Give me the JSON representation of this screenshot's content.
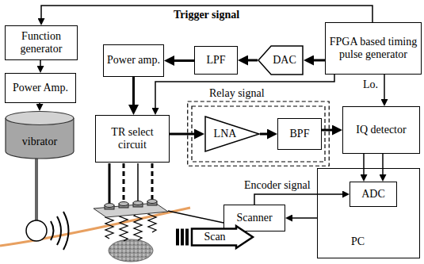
{
  "diagram": {
    "nodes": [
      {
        "text": [
          "Function generator"
        ]
      },
      {
        "text": [
          "Power Amp."
        ]
      },
      {
        "text": [
          "vibrator"
        ]
      },
      {
        "text": [
          "Power amp."
        ]
      },
      {
        "text": [
          "LPF"
        ]
      },
      {
        "text": [
          "DAC"
        ]
      },
      {
        "text": [
          "FPGA based timing pulse generator"
        ]
      },
      {
        "text": [
          "TR select circuit"
        ]
      },
      {
        "text": [
          "Relay signal"
        ]
      },
      {
        "text": [
          "LNA"
        ],
        "in": 8
      },
      {
        "text": [
          "BPF"
        ],
        "in": 8
      },
      {
        "text": [
          "IQ detector"
        ]
      },
      {
        "text": [
          "PC"
        ]
      },
      {
        "text": [
          "ADC"
        ],
        "in": 12
      },
      {
        "text": [
          "Scanner"
        ]
      },
      {
        "text": [
          "Scan"
        ]
      }
    ],
    "edges": [
      {
        "from": 6,
        "to": 0,
        "arrow": "to",
        "label": "Trigger signal"
      },
      {
        "from": 0,
        "to": 1,
        "arrow": "to"
      },
      {
        "from": 1,
        "to": 2,
        "arrow": "to"
      },
      {
        "from": 6,
        "to": 5,
        "arrow": "to"
      },
      {
        "from": 5,
        "to": 4,
        "arrow": "to"
      },
      {
        "from": 4,
        "to": 3,
        "arrow": "to"
      },
      {
        "from": 3,
        "to": 7,
        "arrow": "to"
      },
      {
        "from": 6,
        "to": 7,
        "arrow": "to"
      },
      {
        "from": 7,
        "to": 9,
        "arrow": "to"
      },
      {
        "from": 9,
        "to": 10,
        "arrow": "to"
      },
      {
        "from": 10,
        "to": 11,
        "arrow": "to"
      },
      {
        "from": 6,
        "to": 11,
        "arrow": "to",
        "label": "Lo."
      },
      {
        "from": 11,
        "to": 13,
        "arrow": "to"
      },
      {
        "from": 11,
        "to": 13,
        "arrow": "to"
      },
      {
        "from": 14,
        "to": 13,
        "arrow": "to",
        "label": "Encoder signal"
      },
      {
        "from": 12,
        "to": 14,
        "arrow": "to"
      }
    ]
  }
}
